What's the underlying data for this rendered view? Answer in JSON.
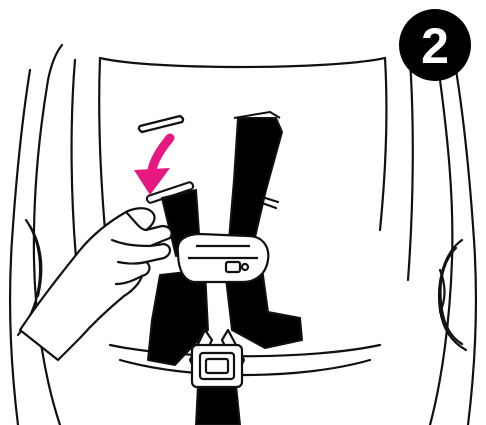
{
  "step": {
    "number": "2"
  },
  "colors": {
    "line": "#111111",
    "strap": "#000000",
    "arrow": "#e5197f",
    "background": "#ffffff"
  },
  "icons": {
    "step_badge": "step-number-badge",
    "arrow": "curved-arrow-icon",
    "hand": "hand-illustration",
    "buckle": "buckle-icon",
    "chest_clip": "chest-clip-icon"
  }
}
